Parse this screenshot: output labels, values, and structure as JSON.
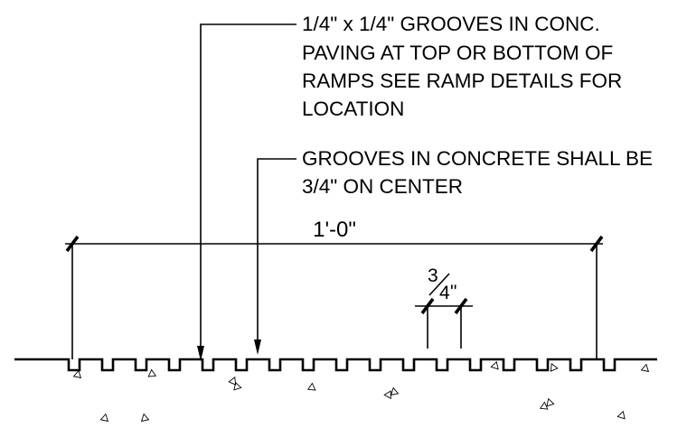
{
  "notes": {
    "note1": {
      "lines": [
        "1/4\" x 1/4\" GROOVES IN CONC.",
        "PAVING AT TOP OR BOTTOM OF",
        "RAMPS SEE RAMP DETAILS FOR",
        "LOCATION"
      ]
    },
    "note2": {
      "lines": [
        "GROOVES IN CONCRETE SHALL BE",
        "3/4\" ON CENTER"
      ]
    }
  },
  "dimensions": {
    "overall": "1'-0\"",
    "spacing": {
      "numerator": "3",
      "denominator": "4",
      "inch_mark": "\""
    }
  }
}
